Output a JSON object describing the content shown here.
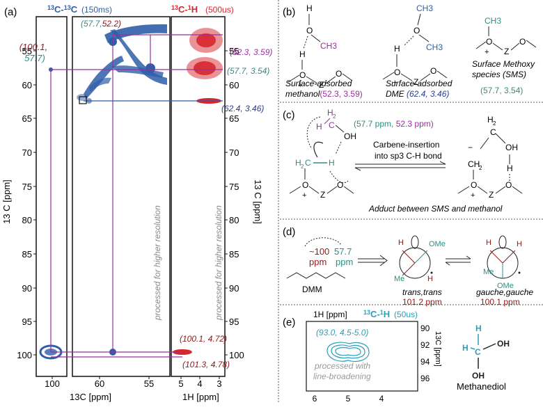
{
  "left": {
    "panel_label": "(a)",
    "cc_title_sup": "13",
    "cc_title_a": "C-",
    "cc_title_sup2": "13",
    "cc_title_b": "C",
    "cc_time": "(150ms)",
    "ch_title_sup": "13",
    "ch_title_a": "C-",
    "ch_title_sup2": "1",
    "ch_title_b": "H",
    "ch_time": "(500us)",
    "y_axis_label": "13 C [ppm]",
    "y_axis_label_right": "13 C [ppm]",
    "y_ticks": [
      "55",
      "60",
      "65",
      "70",
      "75",
      "80",
      "85",
      "90",
      "95",
      "100"
    ],
    "x_ticks_cc_left": [
      "100"
    ],
    "x_ticks_cc_right": [
      "60",
      "55"
    ],
    "x_ticks_h": [
      "5",
      "4",
      "3"
    ],
    "x_label_cc": "13C [ppm]",
    "x_label_h": "1H [ppm]",
    "note_cc": "processed for higher resolution",
    "note_h": "processed for higher resolution",
    "lbl_cc_top_a": "(57.7,",
    "lbl_cc_top_b": "52.2)",
    "lbl_left_a": "(100.1,",
    "lbl_left_b": "57.7)",
    "lbl_h1": "(52.3, 3.59)",
    "lbl_h2": "(57.7, 3.54)",
    "lbl_h3": "(62.4, 3.46)",
    "lbl_h4": "(100.1, 4.72)",
    "lbl_h5": "(101.3, 4.78)"
  },
  "b": {
    "panel_label": "(b)",
    "cap1_a": "Surface-adsorbed",
    "cap1_b": "methanol",
    "cap1_val": "(52.3, 3.59)",
    "cap2_a": "Surface-adsorbed",
    "cap2_b": "DME",
    "cap2_val": "(62.4, 3.46)",
    "cap3_a": "Surface Methoxy",
    "cap3_b": "species (SMS)",
    "cap3_val": "(57.7, 3.54)",
    "atom_H": "H",
    "atom_O": "O",
    "atom_Z": "Z",
    "atom_CH3": "CH3",
    "plus": "+"
  },
  "c": {
    "panel_label": "(c)",
    "shifts_a": "(57.7 ppm,",
    "shifts_b": "52.3 ppm)",
    "arrow_top_a": "Carbene-insertion",
    "arrow_top_b": "into sp3 C-H bond",
    "adduct": "Adduct between SMS and methanol"
  },
  "d": {
    "panel_label": "(d)",
    "ppm100_a": "~100",
    "ppm100_b": "ppm",
    "ppm57_a": "57.7",
    "ppm57_b": "ppm",
    "dmm": "DMM",
    "tt_a": "trans,trans",
    "tt_b": "101.2  ppm",
    "gg_a": "gauche,gauche",
    "gg_b": "100.1  ppm",
    "ome": "OMe",
    "me": "Me"
  },
  "e": {
    "panel_label": "(e)",
    "h_axis": "1H [ppm]",
    "title_sup": "13",
    "title_a": "C-",
    "title_sup2": "1",
    "title_b": "H",
    "time": "(50us)",
    "peak": "(93.0, 4.5-5.0)",
    "note_a": "processed with",
    "note_b": "line-broadening",
    "y_ticks": [
      "90",
      "92",
      "94",
      "96"
    ],
    "x_ticks": [
      "6",
      "5",
      "4"
    ],
    "c_axis": "13C [ppm]",
    "molecule": "Methanediol",
    "atom_OH": "OH",
    "atom_C": "C"
  },
  "colors": {
    "blue": "#2f5ea8",
    "red": "#d8262e",
    "purple": "#9a2f9f",
    "teal": "#2a8f87",
    "darkred": "#8c1a1a",
    "darkblue": "#2a3f8f"
  }
}
